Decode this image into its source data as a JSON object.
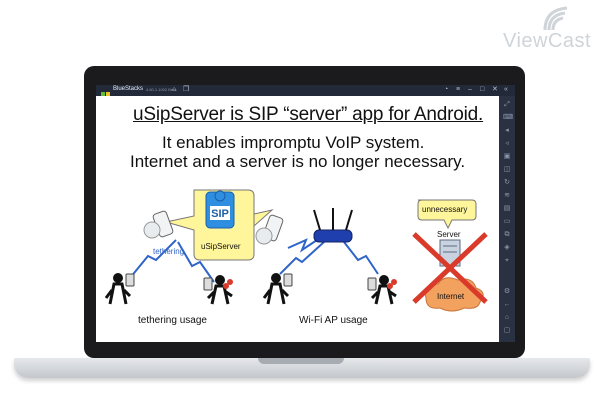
{
  "watermark": {
    "brand": "ViewCast"
  },
  "emulator": {
    "app_name": "BlueStacks",
    "version": "4.60.1.1002 Beta",
    "sidebar_icons": [
      "expand-icon",
      "keyboard-icon",
      "volume-up-icon",
      "volume-down-icon",
      "screen-record-icon",
      "camera-icon",
      "rotate-icon",
      "shake-icon",
      "install-apk-icon",
      "folder-icon",
      "copy-icon",
      "multi-instance-icon",
      "location-icon",
      "settings-icon",
      "back-icon",
      "home-icon",
      "recent-apps-icon"
    ]
  },
  "slide": {
    "title": "uSipServer is SIP “server” app for Android.",
    "line1": "It enables impromptu VoIP system.",
    "line2": "Internet and a server is no longer necessary.",
    "app_label": "uSipServer",
    "app_icon_text": "SIP",
    "tethering_tag": "tethering",
    "tethering_usage": "tethering usage",
    "wifi_usage": "Wi-Fi AP usage",
    "unnecessary": "unnecessary",
    "server_label": "Server",
    "internet_label": "Internet"
  },
  "colors": {
    "accent_blue": "#2f64c8",
    "callout_yellow": "#fff59a",
    "cross_red": "#d93a2a",
    "cloud_orange": "#f2a15f"
  }
}
